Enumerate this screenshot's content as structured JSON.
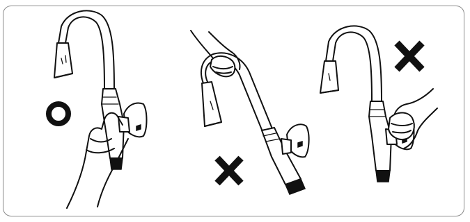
{
  "diagram": {
    "panels": [
      {
        "id": "correct",
        "verdict": "correct",
        "mark_icon": "circle-o-icon"
      },
      {
        "id": "wrong-pull-spout",
        "verdict": "incorrect",
        "mark_icon": "x-cross-icon"
      },
      {
        "id": "wrong-grip-handle",
        "verdict": "incorrect",
        "mark_icon": "x-cross-icon"
      }
    ],
    "colors": {
      "line": "#111111",
      "frame": "#8a8a8a",
      "background": "#ffffff"
    }
  }
}
